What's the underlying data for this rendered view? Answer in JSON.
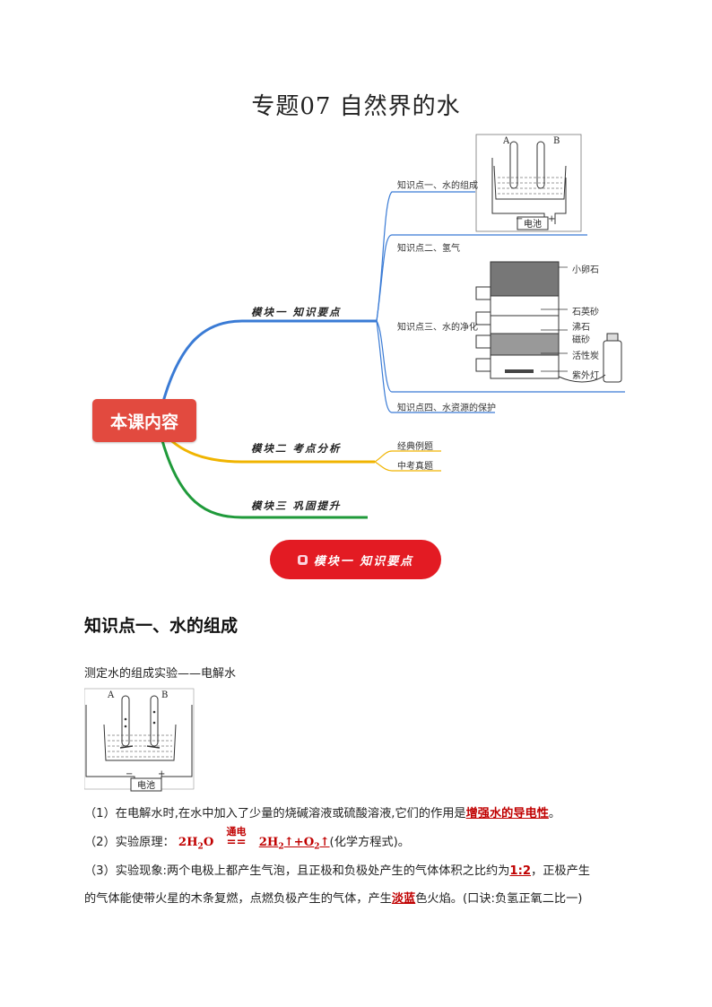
{
  "title": "专题07 自然界的水",
  "mindmap": {
    "root": "本课内容",
    "branches": [
      {
        "label": "模块一 知识要点",
        "color": "#3a7bd5",
        "items": [
          "知识点一、水的组成",
          "知识点二、氢气",
          "知识点三、水的净化",
          "知识点四、水资源的保护"
        ]
      },
      {
        "label": "模块二 考点分析",
        "color": "#f0b400",
        "items": [
          "经典例题",
          "中考真题"
        ]
      },
      {
        "label": "模块三 巩固提升",
        "color": "#1f9a3a",
        "items": []
      }
    ],
    "electrolysis_labels": {
      "a": "A",
      "b": "B",
      "battery": "电池",
      "minus": "−",
      "plus": "+"
    },
    "filter_labels": [
      "小卵石",
      "石英砂",
      "沸石",
      "磁砂",
      "活性炭",
      "紫外灯"
    ]
  },
  "module_button": "模块一 知识要点",
  "section": {
    "heading": "知识点一、水的组成",
    "intro": "测定水的组成实验——电解水",
    "p1": {
      "prefix": "（1）在电解水时,在水中加入了少量的烧碱溶液或硫酸溶液,它们的作用是",
      "answer": "增强水的导电性",
      "suffix": "。"
    },
    "p2": {
      "prefix": "（2）实验原理：",
      "condition": "通电",
      "suffix": "(化学方程式)。"
    },
    "p3": {
      "line1_prefix": "（3）实验现象:两个电极上都产生气泡，且正极和负极处产生的气体体积之比约为",
      "ratio": "1:2",
      "line1_suffix": "，正极产生",
      "line2_prefix": "的气体能使带火星的木条复燃，点燃负极产生的气体，产生",
      "color_answer": "淡蓝",
      "line2_suffix": "色火焰。(口诀:负氢正氧二比一)"
    }
  }
}
